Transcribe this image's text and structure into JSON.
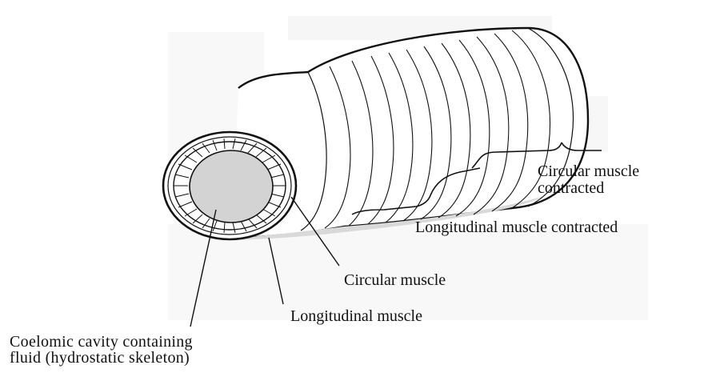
{
  "labels": {
    "circular_contracted_line1": "Circular muscle",
    "circular_contracted_line2": "contracted",
    "longitudinal_contracted": "Longitudinal muscle contracted",
    "circular_muscle": "Circular muscle",
    "longitudinal_muscle": "Longitudinal muscle",
    "coelom_line1": "Coelomic cavity containing",
    "coelom_line2": "fluid (hydrostatic skeleton)"
  },
  "colors": {
    "ink": "#111111",
    "shade": "#e6e6e6",
    "cavity": "#cfcfcf",
    "background": "#ffffff"
  }
}
